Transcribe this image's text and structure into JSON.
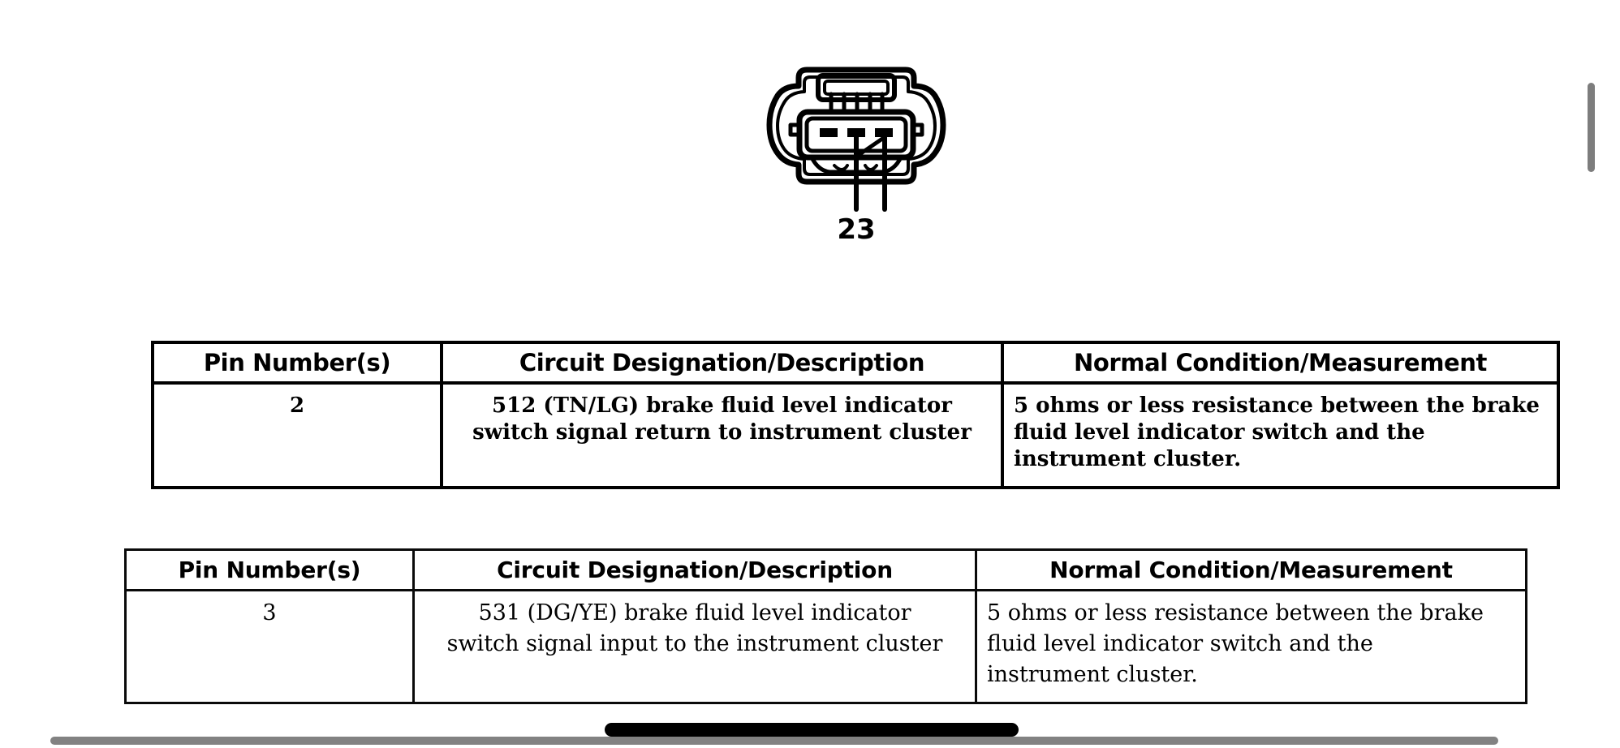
{
  "document": {
    "figure": {
      "name": "3-pin electrical connector face view",
      "pin_callout_label": "23",
      "pin_callouts": [
        "2",
        "3"
      ],
      "cavity_count": 3
    },
    "tables": [
      {
        "id": "table-one",
        "headers": [
          "Pin Number(s)",
          "Circuit Designation/Description",
          "Normal Condition/Measurement"
        ],
        "rows": [
          {
            "pin": "2",
            "description_lines": [
              "512 (TN/LG) brake fluid level indicator",
              "switch signal return to instrument cluster"
            ],
            "normal_lines": [
              "5 ohms or less resistance between the brake",
              "fluid level indicator switch and the",
              "instrument cluster."
            ]
          }
        ]
      },
      {
        "id": "table-two",
        "headers": [
          "Pin Number(s)",
          "Circuit Designation/Description",
          "Normal Condition/Measurement"
        ],
        "rows": [
          {
            "pin": "3",
            "description_lines": [
              "531 (DG/YE) brake fluid level indicator",
              "switch signal input to the instrument cluster"
            ],
            "normal_lines": [
              "5 ohms or less resistance between the brake",
              "fluid level indicator switch and the",
              "instrument cluster."
            ]
          }
        ]
      }
    ]
  },
  "viewer": {
    "vertical_scrollbar": {
      "name": "vertical-scrollbar"
    },
    "horizontal_scrollbar": {
      "name": "horizontal-scrollbar"
    }
  },
  "colors": {
    "page_background": "#ffffff",
    "ink": "#000000",
    "scrollbar_thumb": "#828282"
  }
}
